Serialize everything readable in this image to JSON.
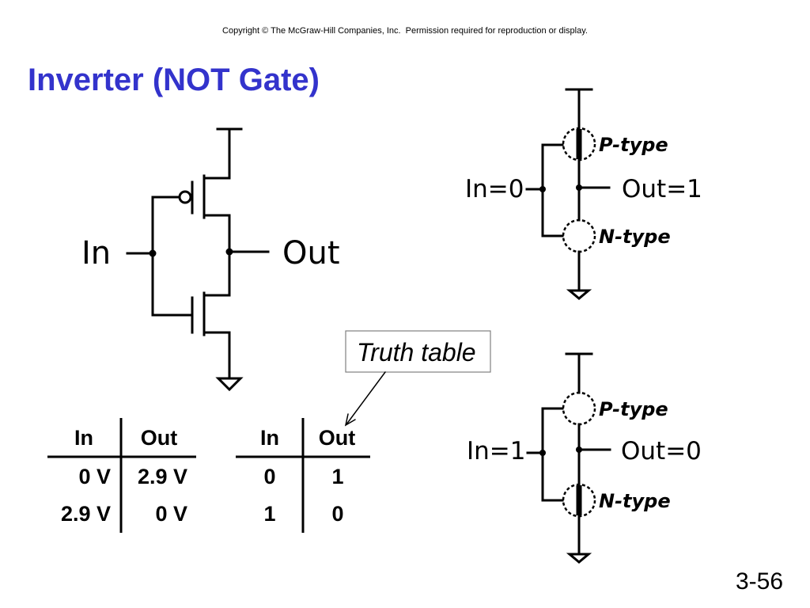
{
  "slide": {
    "copyright": "Copyright © The McGraw-Hill Companies, Inc.  Permission required for reproduction or display.",
    "title": "Inverter (NOT Gate)",
    "page_number": "3-56"
  },
  "colors": {
    "title": "#3333cc"
  },
  "cmos_circuit": {
    "input_label": "In",
    "output_label": "Out"
  },
  "switch_models": [
    {
      "input_label": "In=0",
      "output_label": "Out=1",
      "p_label": "P-type",
      "n_label": "N-type",
      "p_switch_closed": true,
      "n_switch_closed": false
    },
    {
      "input_label": "In=1",
      "output_label": "Out=0",
      "p_label": "P-type",
      "n_label": "N-type",
      "p_switch_closed": false,
      "n_switch_closed": true
    }
  ],
  "callout": {
    "label": "Truth table"
  },
  "truth_tables": [
    {
      "headers": [
        "In",
        "Out"
      ],
      "rows": [
        [
          "0 V",
          "2.9 V"
        ],
        [
          "2.9 V",
          "0 V"
        ]
      ]
    },
    {
      "headers": [
        "In",
        "Out"
      ],
      "rows": [
        [
          "0",
          "1"
        ],
        [
          "1",
          "0"
        ]
      ]
    }
  ]
}
